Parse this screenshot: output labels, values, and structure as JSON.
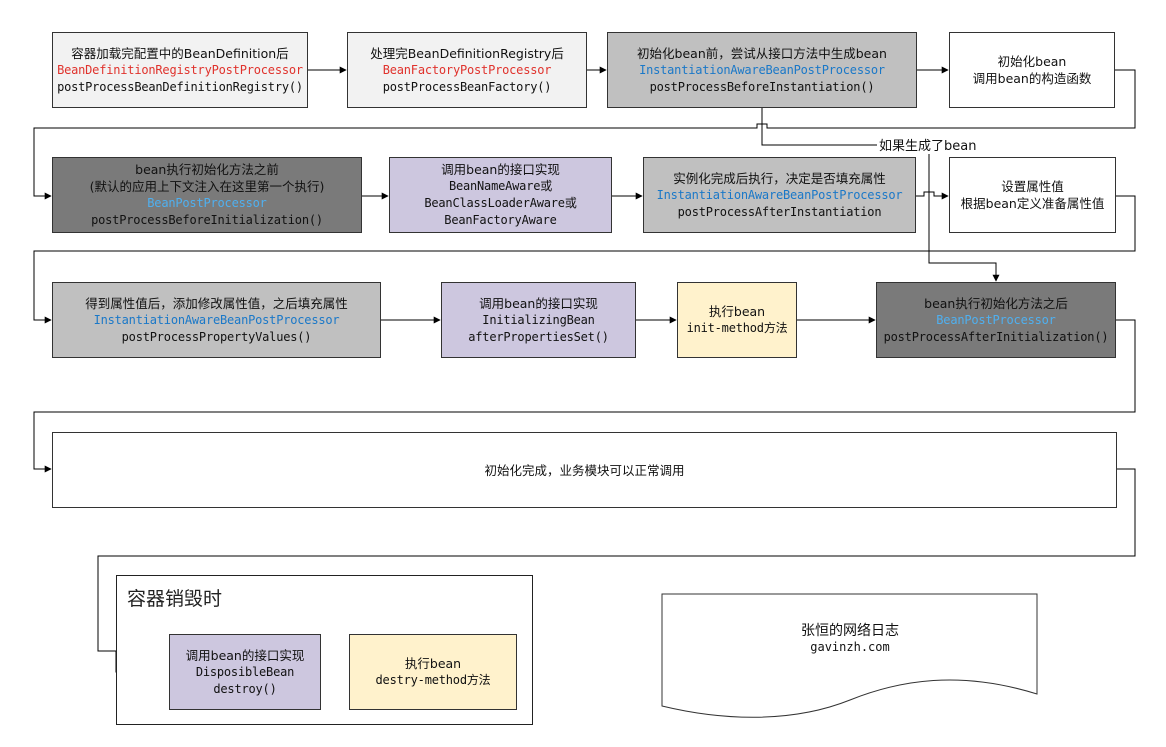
{
  "nodes": {
    "step1": {
      "line1": "容器加载完配置中的BeanDefinition后",
      "processor": "BeanDefinitionRegistryPostProcessor",
      "method": "postProcessBeanDefinitionRegistry()"
    },
    "step2": {
      "line1": "处理完BeanDefinitionRegistry后",
      "processor": "BeanFactoryPostProcessor",
      "method": "postProcessBeanFactory()"
    },
    "step3": {
      "line1": "初始化bean前，尝试从接口方法中生成bean",
      "processor": "InstantiationAwareBeanPostProcessor",
      "method": "postProcessBeforeInstantiation()"
    },
    "step4": {
      "line1": "初始化bean",
      "line2": "调用bean的构造函数"
    },
    "step5": {
      "line1": "bean执行初始化方法之前",
      "line2": "(默认的应用上下文注入在这里第一个执行)",
      "processor": "BeanPostProcessor",
      "method": "postProcessBeforeInitialization()"
    },
    "step6": {
      "line1": "调用bean的接口实现",
      "line2": "BeanNameAware或",
      "line3": "BeanClassLoaderAware或",
      "line4": "BeanFactoryAware"
    },
    "step7": {
      "line1": "实例化完成后执行，决定是否填充属性",
      "processor": "InstantiationAwareBeanPostProcessor",
      "method": "postProcessAfterInstantiation"
    },
    "step8": {
      "line1": "设置属性值",
      "line2": "根据bean定义准备属性值"
    },
    "step9": {
      "line1": "得到属性值后，添加修改属性值，之后填充属性",
      "processor": "InstantiationAwareBeanPostProcessor",
      "method": "postProcessPropertyValues()"
    },
    "step10": {
      "line1": "调用bean的接口实现",
      "line2": "InitializingBean",
      "line3": "afterPropertiesSet()"
    },
    "step11": {
      "line1": "执行bean",
      "line2": "init-method方法"
    },
    "step12": {
      "line1": "bean执行初始化方法之后",
      "processor": "BeanPostProcessor",
      "method": "postProcessAfterInitialization()"
    },
    "step13": {
      "line1": "初始化完成，业务模块可以正常调用"
    },
    "step14": {
      "line1": "调用bean的接口实现",
      "line2": "DisposibleBean",
      "line3": "destroy()"
    },
    "step15": {
      "line1": "执行bean",
      "line2": "destry-method方法"
    }
  },
  "destroy_group": {
    "title": "容器销毁时"
  },
  "branch_label": "如果生成了bean",
  "watermark": {
    "line1": "张恒的网络日志",
    "line2": "gavinzh.com"
  },
  "colors": {
    "light": "#f2f2f2",
    "mid": "#c0c0c0",
    "dark": "#7a7a7a",
    "purple": "#cdc7df",
    "yellow": "#fff2cc",
    "red_text": "#e0322c",
    "blue_text": "#1a78c8",
    "light_blue_text": "#4fb0f0"
  }
}
